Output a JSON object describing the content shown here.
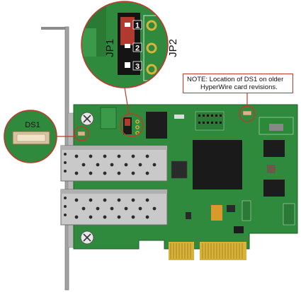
{
  "callouts": {
    "ds1_label": "DS1",
    "jp1_label": "JP1",
    "jp2_label": "JP2",
    "pin1": "1",
    "pin2": "2",
    "pin3": "3"
  },
  "note": {
    "line1": "NOTE:  Location of DS1 on older",
    "line2": "HyperWire card revisions."
  },
  "colors": {
    "pcb_green": "#2e8b3e",
    "gold": "#d9b23a",
    "callout_red": "#c0392b",
    "bracket_gray": "#9a9a9a"
  }
}
